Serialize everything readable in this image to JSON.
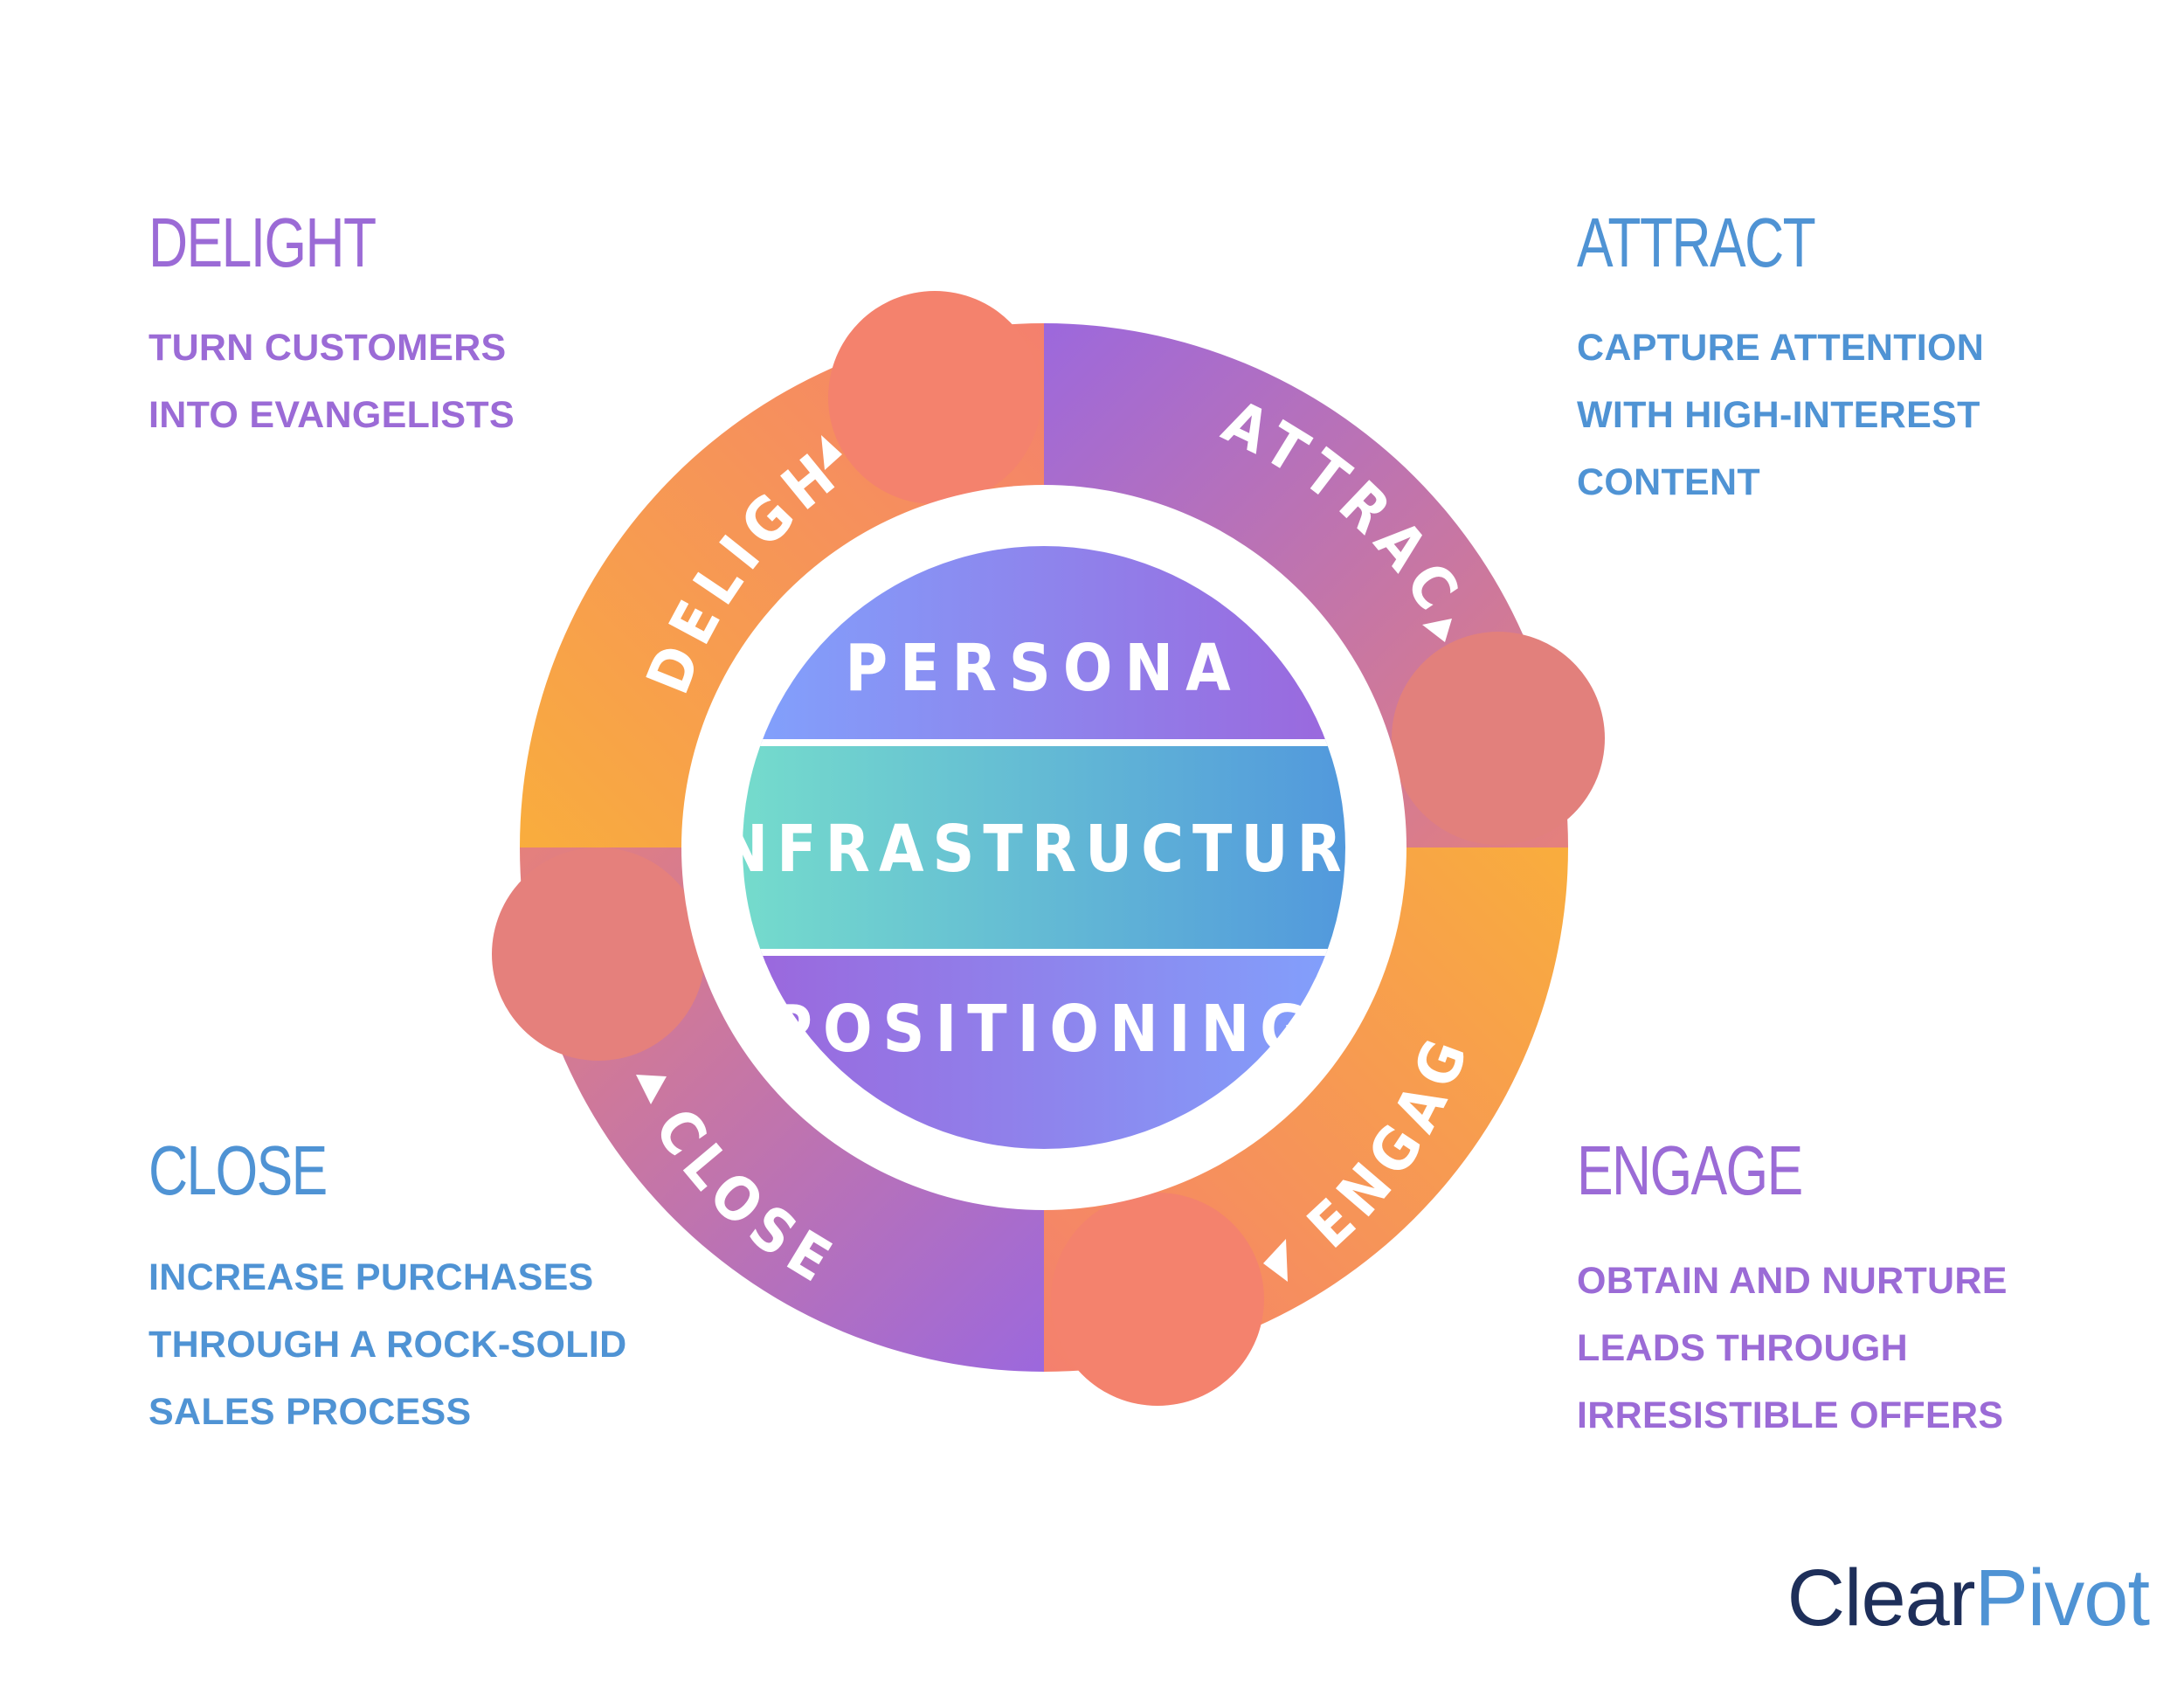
{
  "stages": {
    "delight": {
      "heading": "DELIGHT",
      "ring_label": "DELIGHT",
      "lines": [
        "TURN CUSTOMERS",
        "INTO EVANGELISTS"
      ]
    },
    "attract": {
      "heading": "ATTRACT",
      "ring_label": "ATTRACT",
      "lines": [
        "CAPTURE ATTENTION",
        "WITH HIGH-INTEREST",
        "CONTENT"
      ]
    },
    "close": {
      "heading": "CLOSE",
      "ring_label": "CLOSE",
      "lines": [
        "INCREASE PURCHASES",
        "THROUGH A ROCK-SOLID",
        "SALES PROCESS"
      ]
    },
    "engage": {
      "heading": "ENGAGE",
      "ring_label": "ENGAGE",
      "lines": [
        "OBTAIN AND NURTURE",
        "LEADS THROUGH",
        "IRRESISTIBLE OFFERS"
      ]
    }
  },
  "center": {
    "top": "PERSONA",
    "middle": "INFRASTRUCTURE",
    "bottom": "POSITIONING"
  },
  "logo": {
    "part1": "Clear",
    "part2": "Pivot"
  },
  "colors": {
    "purple": "#9b6bd6",
    "blue": "#4f93d4",
    "orange": "#f9a93f",
    "salmon": "#f5846c",
    "teal": "#75dfcb",
    "navy": "#1e2f5a"
  }
}
